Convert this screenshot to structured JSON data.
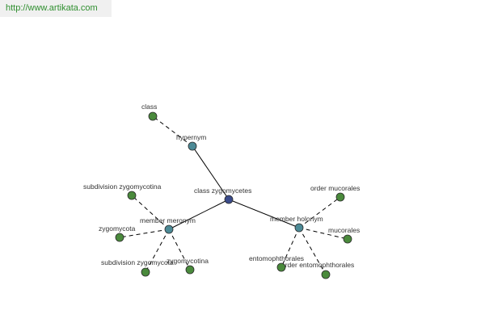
{
  "site": {
    "url_text": "http://www.artikata.com"
  },
  "colors": {
    "leaf": "#4a8a3c",
    "relation": "#4c8a96",
    "center": "#3a4b8a"
  },
  "graph": {
    "center": {
      "label": "class zygomycetes"
    },
    "hypernym": {
      "label": "hypernym"
    },
    "class": {
      "label": "class"
    },
    "member_meronym": {
      "label": "member meronym"
    },
    "subdivision_zygomycotina": {
      "label": "subdivision zygomycotina"
    },
    "zygomycota": {
      "label": "zygomycota"
    },
    "subdivision_zygomycota": {
      "label": "subdivision zygomycota"
    },
    "zygomycotina": {
      "label": "zygomycotina"
    },
    "member_holonym": {
      "label": "member holonym"
    },
    "order_mucorales": {
      "label": "order mucorales"
    },
    "mucorales": {
      "label": "mucorales"
    },
    "entomophthorales": {
      "label": "entomophthorales"
    },
    "order_entomophthorales": {
      "label": "order entomophthorales"
    }
  }
}
